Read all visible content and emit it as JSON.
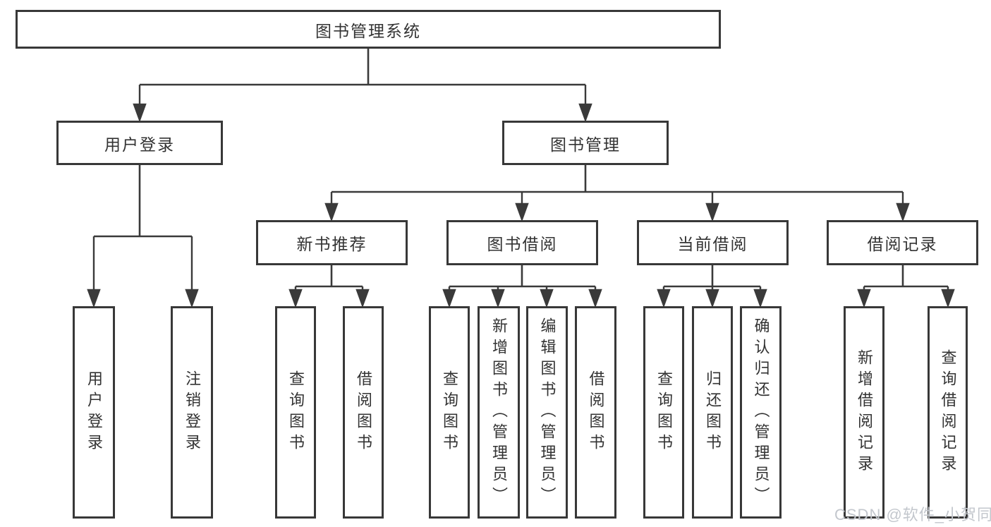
{
  "diagram_title": "图书管理系统",
  "nodes": {
    "root": {
      "label": "图书管理系统"
    },
    "user_login": {
      "label": "用户登录"
    },
    "book_mgmt": {
      "label": "图书管理"
    },
    "new_books": {
      "label": "新书推荐"
    },
    "book_borrow": {
      "label": "图书借阅"
    },
    "current_borrow": {
      "label": "当前借阅"
    },
    "borrow_records": {
      "label": "借阅记录"
    },
    "l_user_login": {
      "label": "用户登录"
    },
    "l_logout": {
      "label": "注销登录"
    },
    "l_nb_search": {
      "label": "查询图书"
    },
    "l_nb_borrow": {
      "label": "借阅图书"
    },
    "l_bb_search": {
      "label": "查询图书"
    },
    "l_bb_add": {
      "label": "新增图书（管理员）"
    },
    "l_bb_edit": {
      "label": "编辑图书（管理员）"
    },
    "l_bb_borrow": {
      "label": "借阅图书"
    },
    "l_cb_search": {
      "label": "查询图书"
    },
    "l_cb_return": {
      "label": "归还图书"
    },
    "l_cb_confirm": {
      "label": "确认归还（管理员）"
    },
    "l_br_add": {
      "label": "新增借阅记录"
    },
    "l_br_search": {
      "label": "查询借阅记录"
    }
  },
  "hierarchy": {
    "图书管理系统": {
      "用户登录": [
        "用户登录",
        "注销登录"
      ],
      "图书管理": {
        "新书推荐": [
          "查询图书",
          "借阅图书"
        ],
        "图书借阅": [
          "查询图书",
          "新增图书（管理员）",
          "编辑图书（管理员）",
          "借阅图书"
        ],
        "当前借阅": [
          "查询图书",
          "归还图书",
          "确认归还（管理员）"
        ],
        "借阅记录": [
          "新增借阅记录",
          "查询借阅记录"
        ]
      }
    }
  },
  "watermark": {
    "text": "CSDN @软件_小贺同学",
    "color": "#c3c7cd"
  },
  "colors": {
    "line": "#3a3a3a",
    "box_border": "#383838",
    "text": "#333333",
    "background": "#ffffff"
  }
}
